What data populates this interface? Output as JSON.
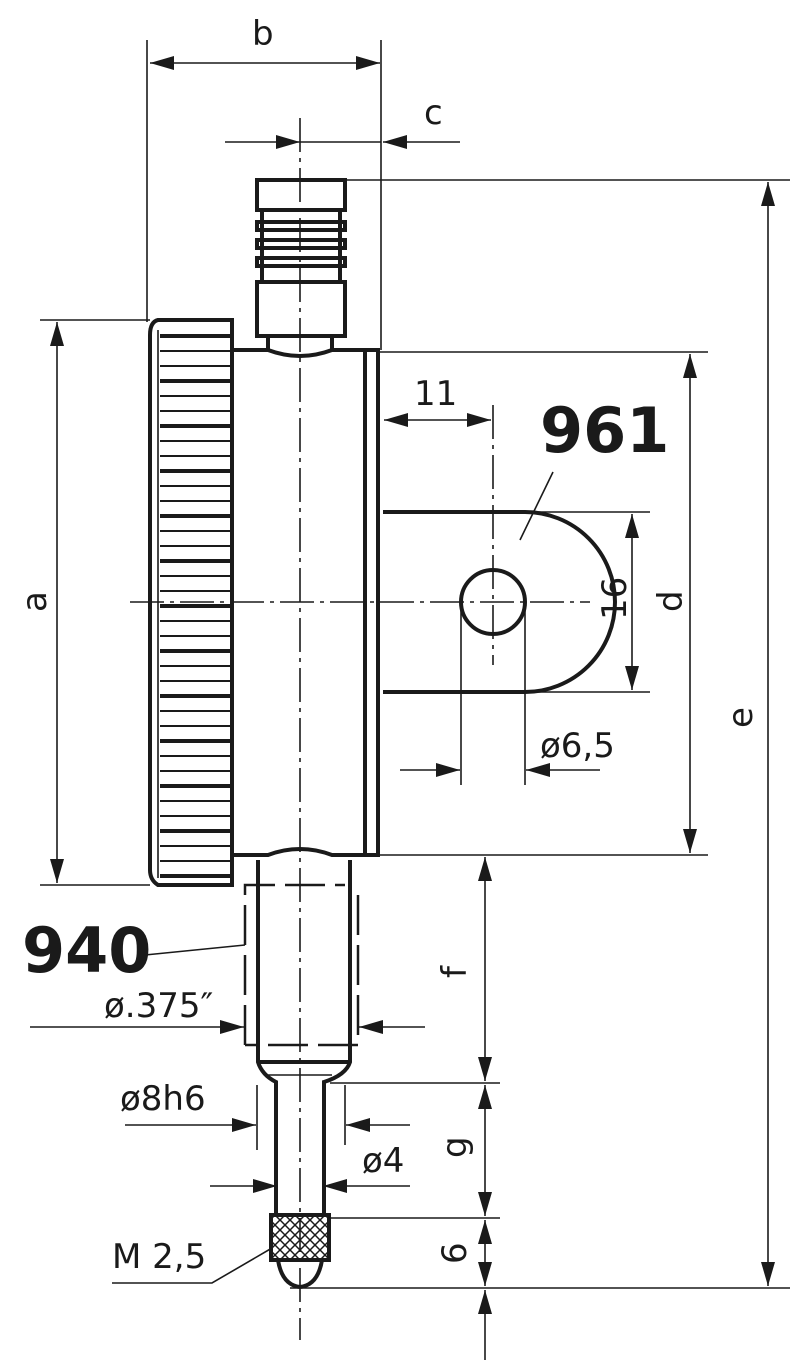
{
  "drawing": {
    "dimensions": {
      "a": "a",
      "b": "b",
      "c": "c",
      "d": "d",
      "e": "e",
      "f": "f",
      "g": "g",
      "six": "6",
      "eleven": "11",
      "sixteen": "16",
      "hole_dia": "ø6,5",
      "stem_dia_inch": "ø.375″",
      "stem_dia": "ø8h6",
      "spindle_dia": "ø4",
      "thread": "M 2,5"
    },
    "callouts": {
      "lug_back": "961",
      "stem_option": "940"
    },
    "line_color": "#1a1a1a"
  }
}
